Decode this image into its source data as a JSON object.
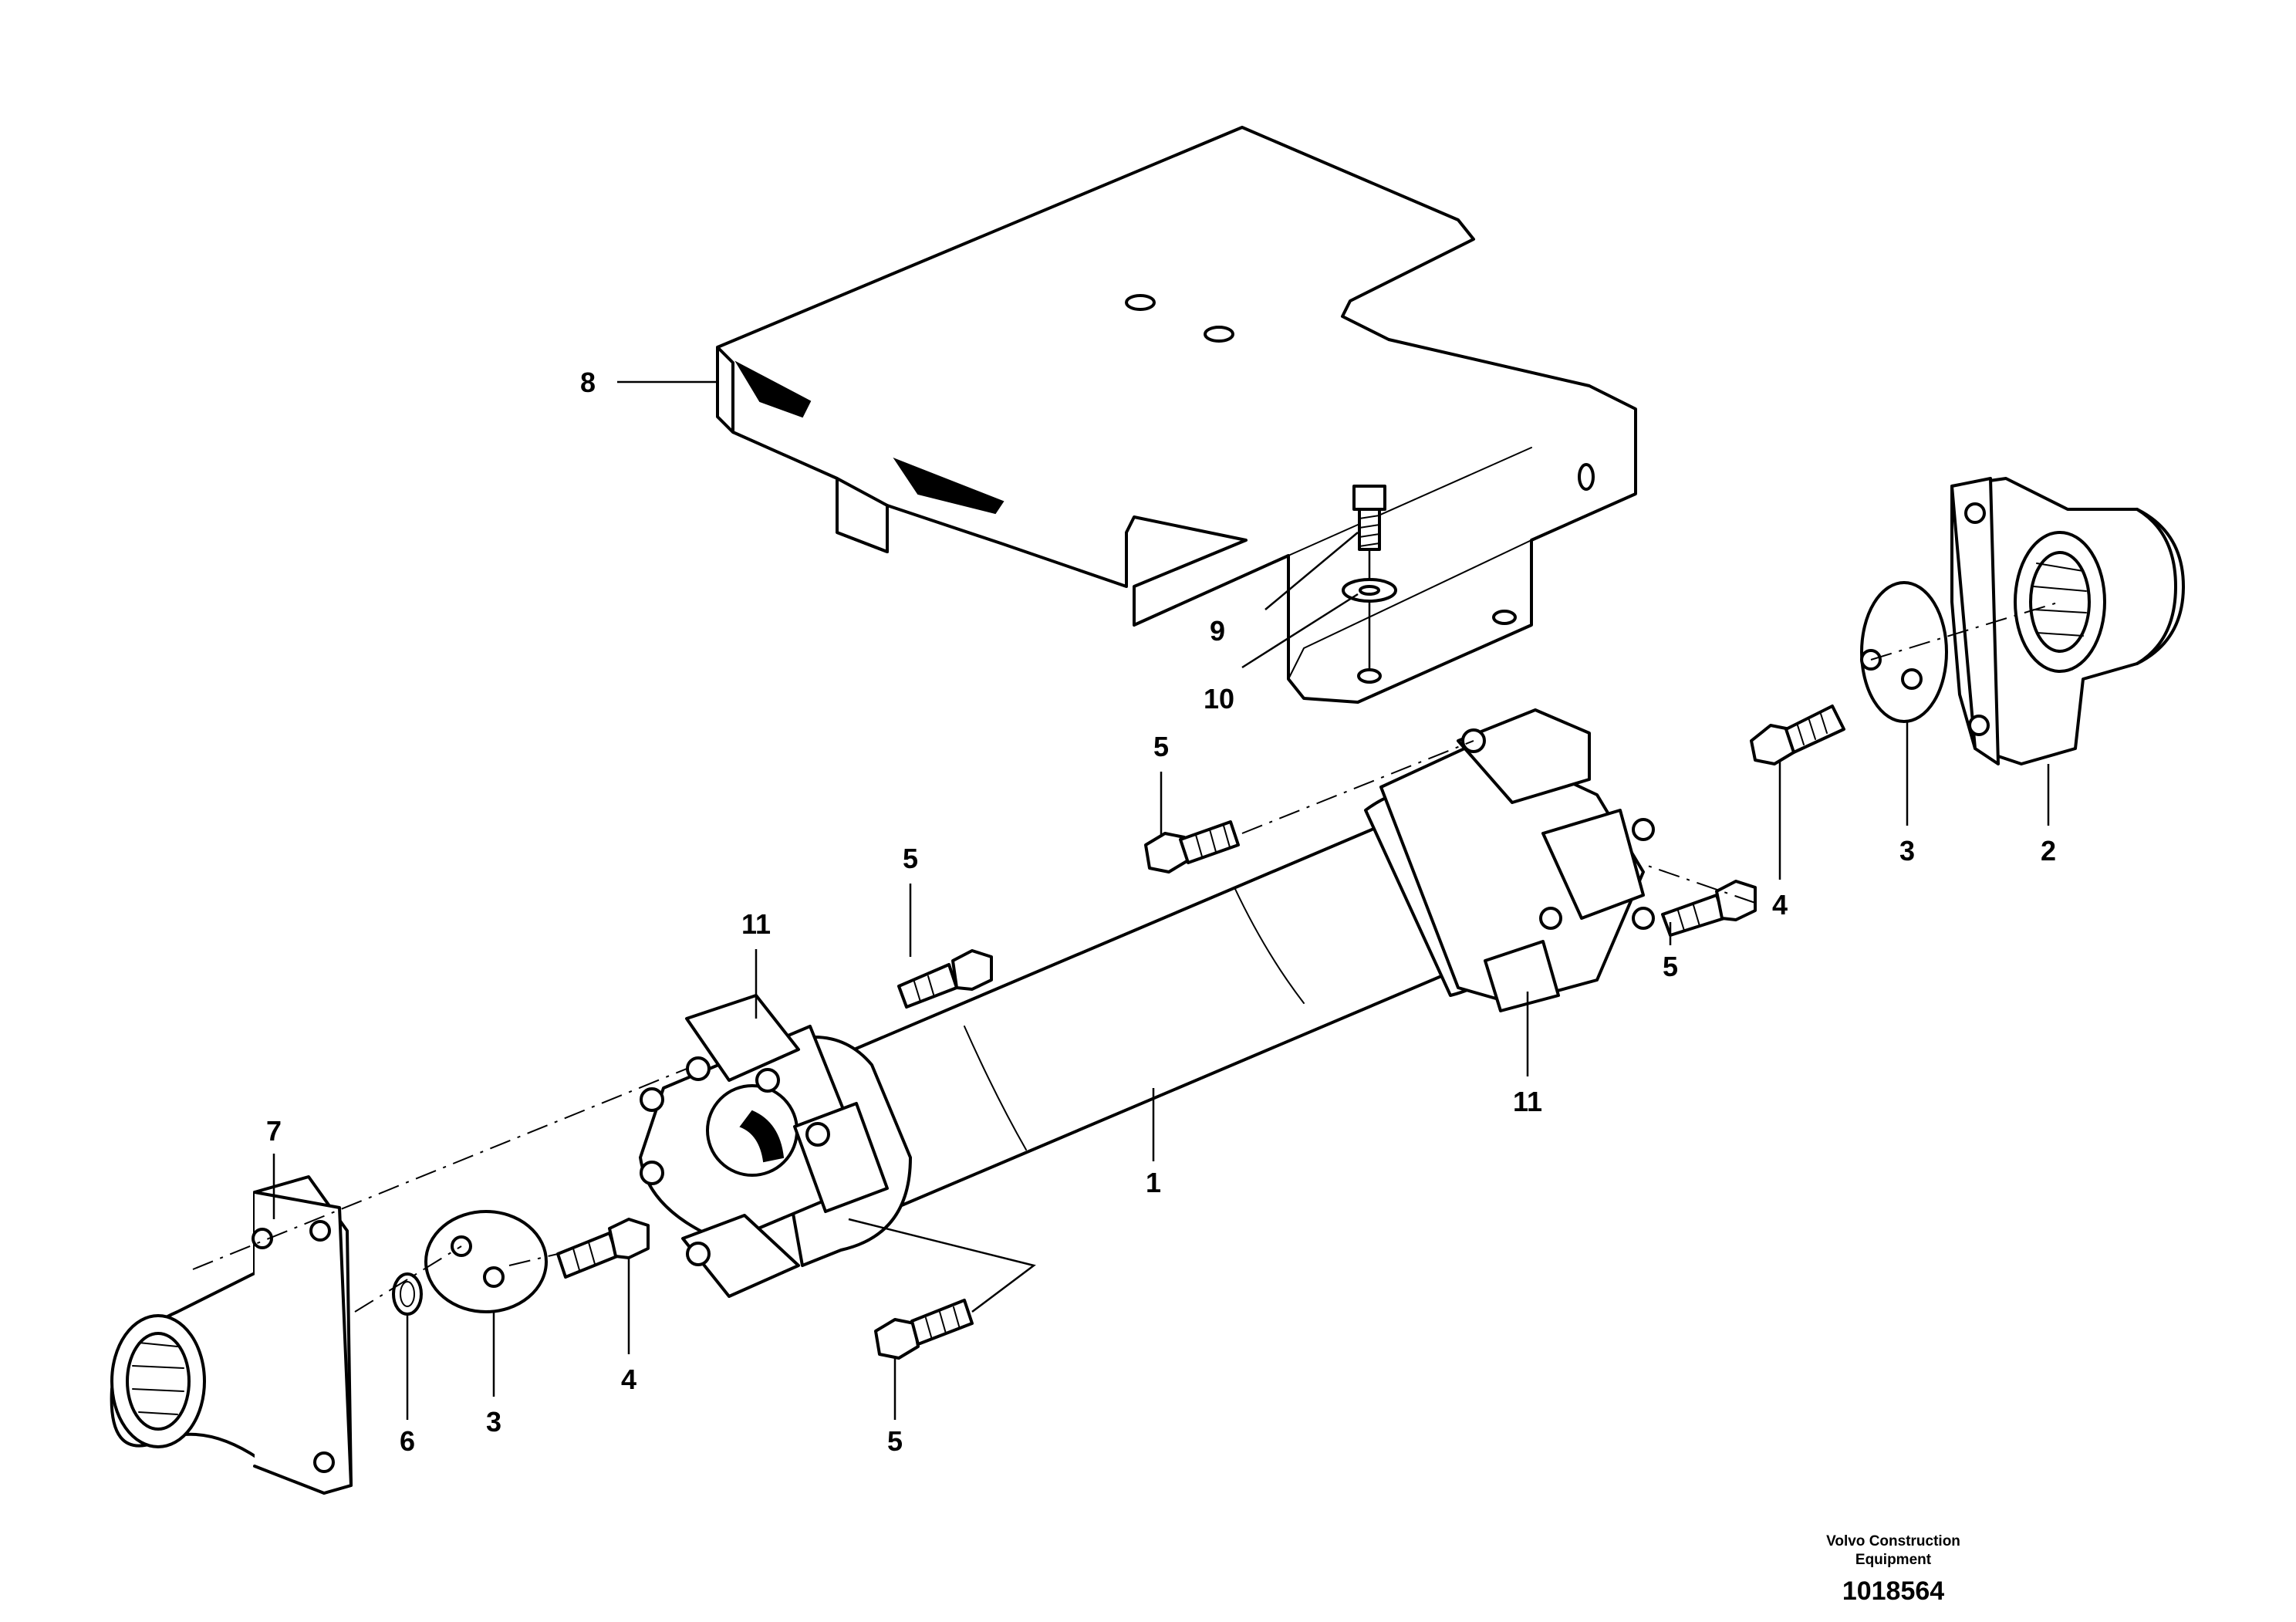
{
  "callouts": {
    "c1": "1",
    "c2": "2",
    "c3a": "3",
    "c3b": "3",
    "c4a": "4",
    "c4b": "4",
    "c5a": "5",
    "c5b": "5",
    "c5c": "5",
    "c5d": "5",
    "c6": "6",
    "c7": "7",
    "c8": "8",
    "c9": "9",
    "c10": "10",
    "c11a": "11",
    "c11b": "11"
  },
  "credit": {
    "line1": "Volvo Construction",
    "line2": "Equipment"
  },
  "drawing_number": "1018564"
}
